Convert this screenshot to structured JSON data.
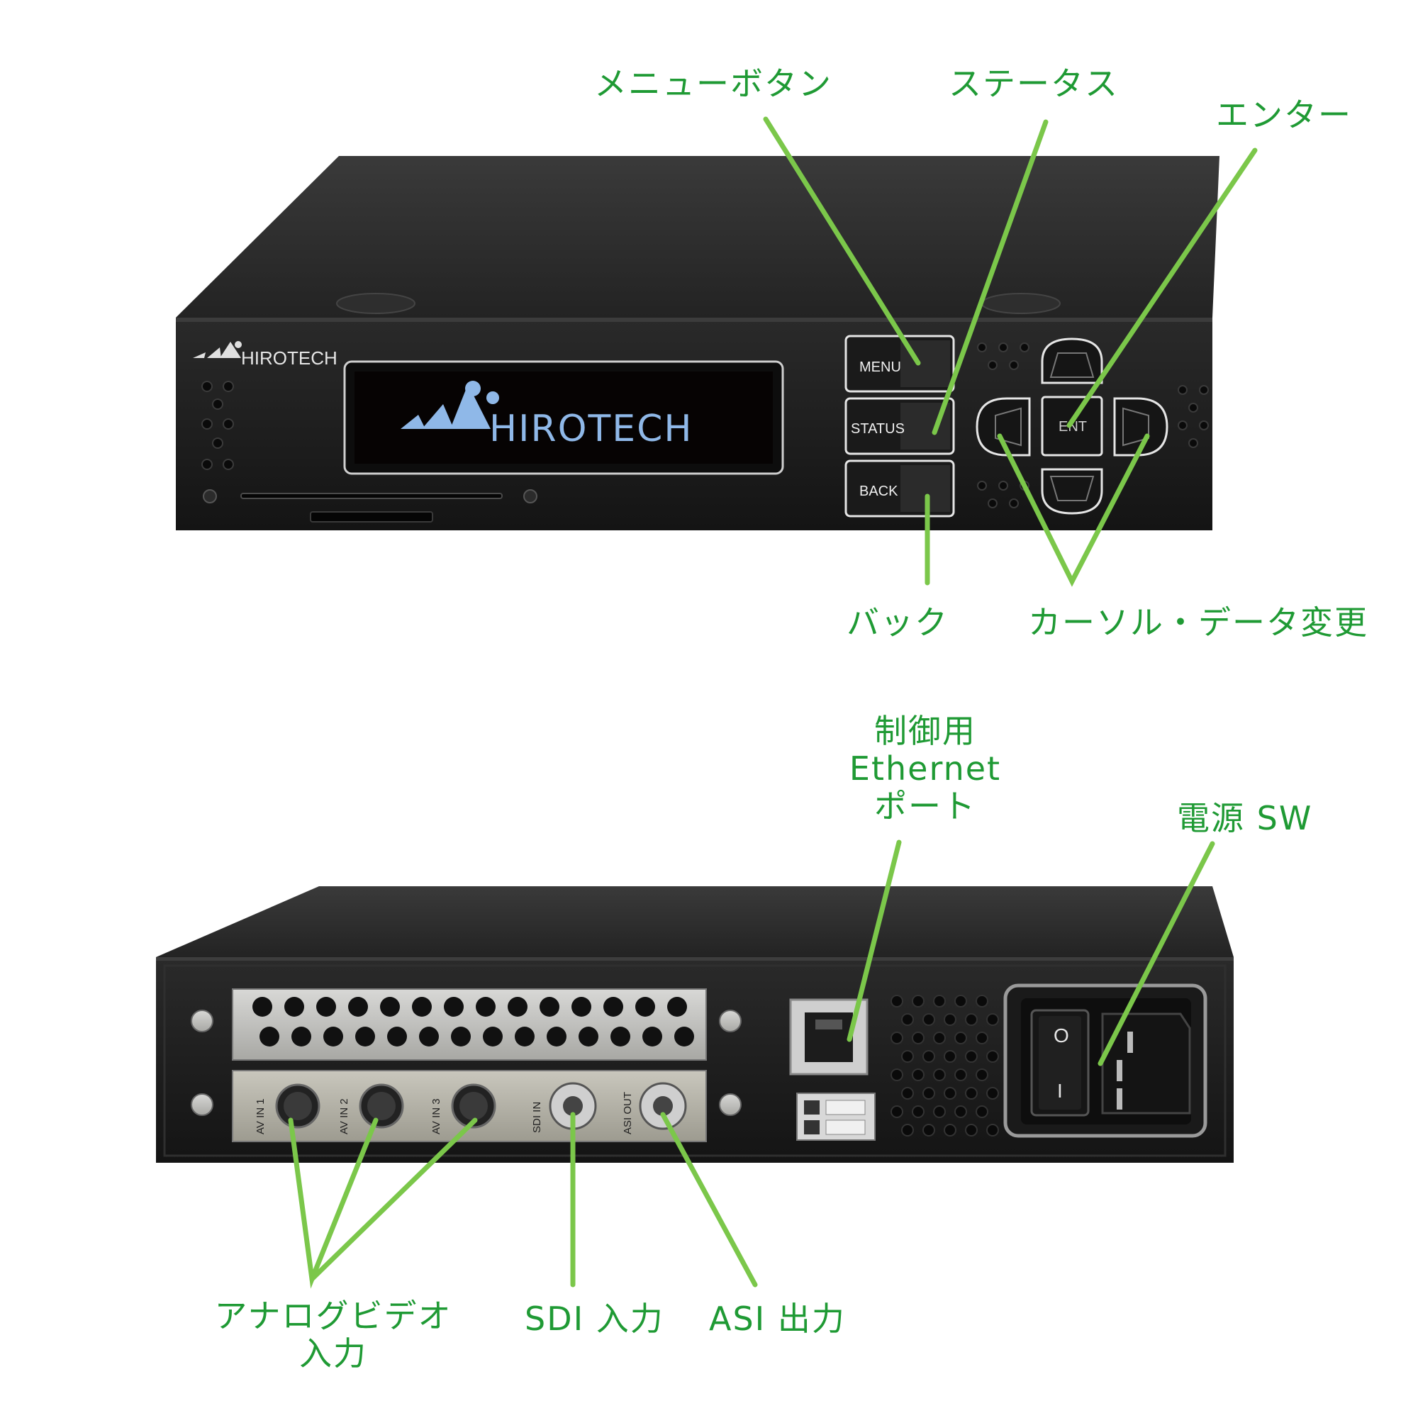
{
  "front": {
    "brand_logo": "HIROTECH",
    "display_text": "HIROTECH",
    "buttons": {
      "menu": "MENU",
      "status": "STATUS",
      "back": "BACK",
      "enter": "ENT"
    }
  },
  "rear": {
    "ports": {
      "av_in_1": "AV IN 1",
      "av_in_2": "AV IN 2",
      "av_in_3": "AV IN 3",
      "sdi_in": "SDI IN",
      "asi_out": "ASI OUT"
    },
    "switch": {
      "on": "I",
      "off": "O"
    }
  },
  "callouts": {
    "menu_button": "メニューボタン",
    "status": "ステータス",
    "enter": "エンター",
    "back": "バック",
    "cursor_data_change": "カーソル・データ変更",
    "control_ethernet_line1": "制御用",
    "control_ethernet_line2": "Ethernet",
    "control_ethernet_line3": "ポート",
    "power_sw": "電源 SW",
    "analog_video_line1": "アナログビデオ",
    "analog_video_line2": "入力",
    "sdi_input": "SDI 入力",
    "asi_output": "ASI 出力"
  },
  "colors": {
    "callout": "#1f9a34",
    "leader": "#7bc74a",
    "chassis": "#1c1c1c",
    "lcd_text": "#8fb8e8"
  }
}
